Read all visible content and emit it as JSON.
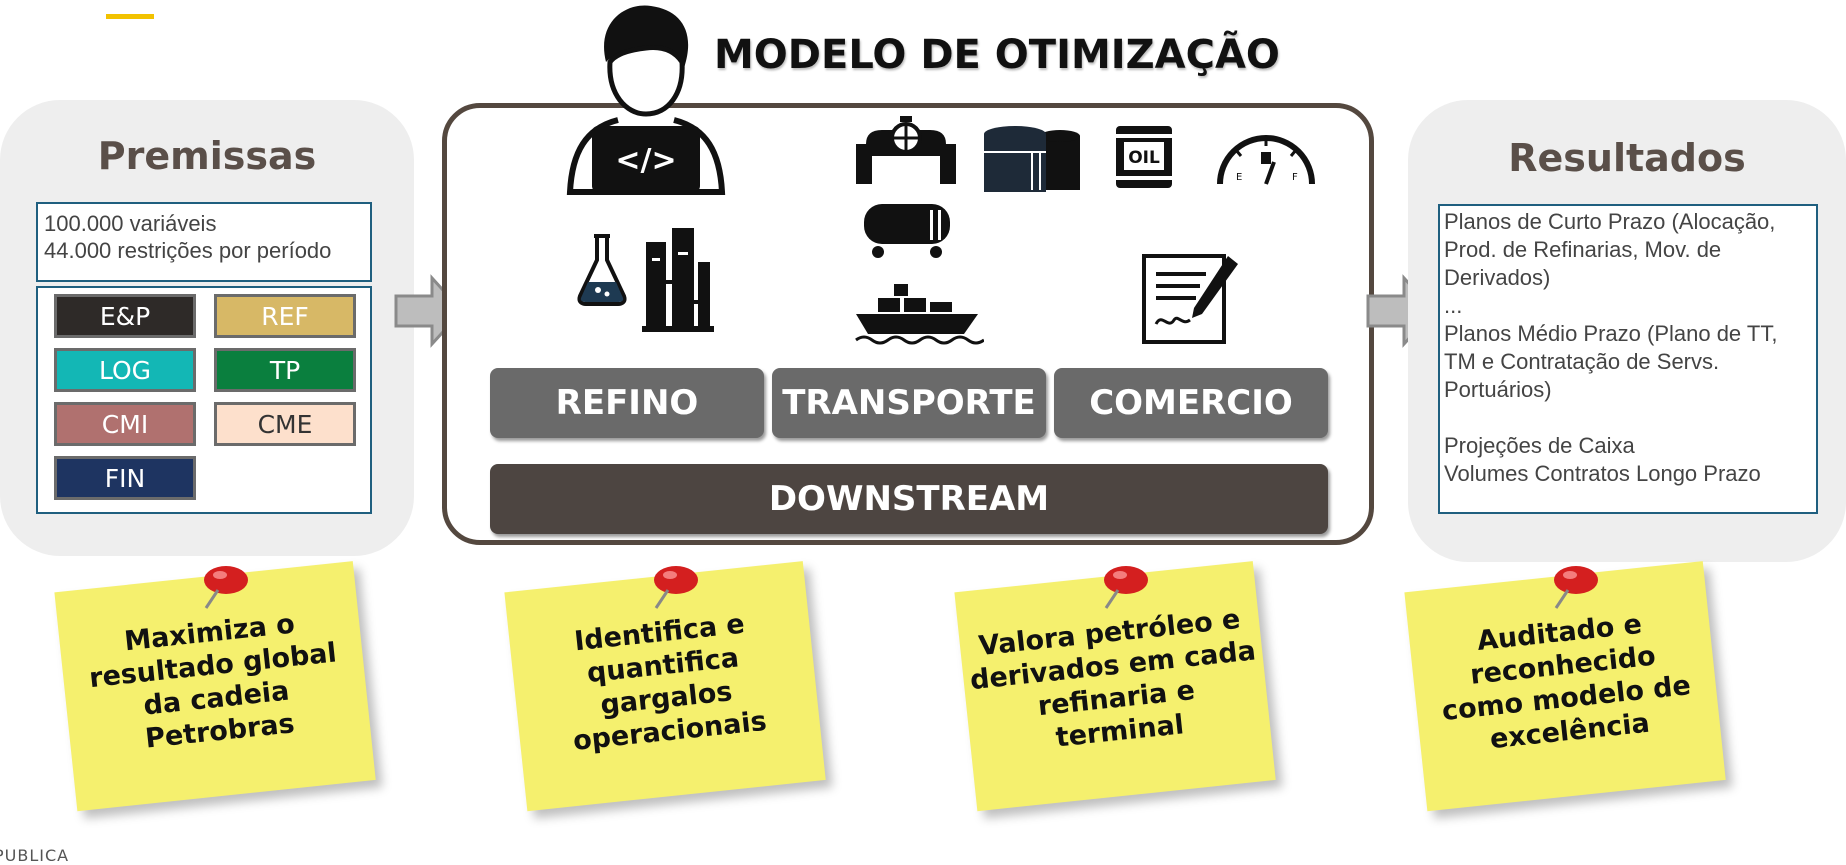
{
  "title": "MODELO DE OTIMIZAÇÃO",
  "footer_tag": "PUBLICA",
  "premissas": {
    "title": "Premissas",
    "info": "100.000 variáveis\n44.000 restrições por período",
    "tags": [
      {
        "label": "E&P",
        "bg": "#2e2a28",
        "fg": "#ffffff"
      },
      {
        "label": "REF",
        "bg": "#d7b866",
        "fg": "#ffffff"
      },
      {
        "label": "LOG",
        "bg": "#13b7b5",
        "fg": "#ffffff"
      },
      {
        "label": "TP",
        "bg": "#0a7f3e",
        "fg": "#ffffff"
      },
      {
        "label": "CMI",
        "bg": "#b0716f",
        "fg": "#ffffff"
      },
      {
        "label": "CME",
        "bg": "#fde0cc",
        "fg": "#333333"
      },
      {
        "label": "FIN",
        "bg": "#1e3461",
        "fg": "#ffffff"
      }
    ]
  },
  "resultados": {
    "title": "Resultados",
    "info": "Planos de Curto Prazo (Alocação,\nProd. de Refinarias, Mov. de\nDerivados)\n...\nPlanos Médio Prazo (Plano de TT,\nTM e Contratação de Servs.\nPortuários)\n\nProjeções de Caixa\nVolumes Contratos Longo Prazo"
  },
  "segments": {
    "refino": "REFINO",
    "transporte": "TRANSPORTE",
    "comercio": "COMERCIO",
    "downstream": "DOWNSTREAM"
  },
  "icons": {
    "programmer": "programmer-laptop-icon",
    "pipeline": "pipeline-valve-icon",
    "tanks": "storage-tanks-icon",
    "oil_barrel": "oil-barrel-icon",
    "fuel_gauge": "fuel-gauge-icon",
    "flask": "lab-flask-icon",
    "refinery": "refinery-towers-icon",
    "tank_truck": "tank-wagon-icon",
    "ship": "cargo-ship-icon",
    "contract": "contract-sign-icon",
    "oil_label": "OIL",
    "gauge_e": "E",
    "gauge_f": "F"
  },
  "notes": [
    {
      "text": "Maximiza o\nresultado global\nda cadeia\nPetrobras"
    },
    {
      "text": "Identifica e\nquantifica\ngargalos\noperacionais"
    },
    {
      "text": "Valora petróleo e\nderivados em cada\nrefinaria e\nterminal"
    },
    {
      "text": "Auditado e\nreconhecido\ncomo modelo de\nexcelência"
    }
  ],
  "colors": {
    "accent": "#f2c200",
    "frame": "#54483f",
    "segment": "#6a6a6a",
    "downstream": "#4d4541",
    "note": "#f5f06e",
    "box_border": "#1f5f7f"
  }
}
